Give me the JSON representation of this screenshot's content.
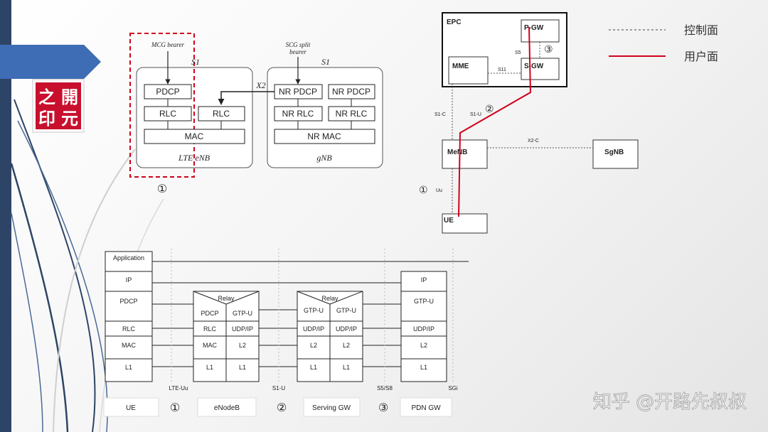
{
  "badge": {
    "chars": [
      "之",
      "開",
      "印",
      "元"
    ]
  },
  "colors": {
    "accent": "#d0021b",
    "frame": "#333333",
    "sidebar": "#2e4466",
    "arrow": "#3e6db5"
  },
  "top_left": {
    "mcg_bearer": "MCG bearer",
    "scg_split_bearer": [
      "SCG split",
      "bearer"
    ],
    "s1": "S1",
    "x2": "X2",
    "lte": {
      "pdcp": "PDCP",
      "rlc": "RLC",
      "rlc2": "RLC",
      "mac": "MAC",
      "label": "LTE eNB"
    },
    "gnb": {
      "nr_pdcp_1": "NR PDCP",
      "nr_pdcp_2": "NR PDCP",
      "nr_rlc_1": "NR RLC",
      "nr_rlc_2": "NR RLC",
      "nr_mac": "NR MAC",
      "label": "gNB"
    },
    "marker": "①"
  },
  "top_right": {
    "epc": "EPC",
    "pgw": "P-GW",
    "sgw": "S-GW",
    "mme": "MME",
    "s5": "S5",
    "s11": "S11",
    "s1c": "S1-C",
    "s1u": "S1-U",
    "x2c": "X2-C",
    "uu": "Uu",
    "menb": "MeNB",
    "sgnb": "SgNB",
    "ue": "UE",
    "m1": "①",
    "m2": "②",
    "m3": "③"
  },
  "legend": {
    "control": "控制面",
    "user": "用户面"
  },
  "stack": {
    "ue": [
      "Application",
      "IP",
      "PDCP",
      "RLC",
      "MAC",
      "L1"
    ],
    "enb_relay": "Relay",
    "enb_left": [
      "PDCP",
      "RLC",
      "MAC",
      "L1"
    ],
    "enb_right": [
      "GTP-U",
      "UDP/IP",
      "L2",
      "L1"
    ],
    "sgw_relay": "Relay",
    "sgw_left": [
      "GTP-U",
      "UDP/IP",
      "L2",
      "L1"
    ],
    "sgw_right": [
      "GTP-U",
      "UDP/IP",
      "L2",
      "L1"
    ],
    "pgw": [
      "IP",
      "GTP-U",
      "UDP/IP",
      "L2",
      "L1"
    ],
    "interfaces": [
      "LTE-Uu",
      "S1-U",
      "S5/S8",
      "SGi"
    ],
    "nodes": [
      "UE",
      "eNodeB",
      "Serving GW",
      "PDN GW"
    ],
    "markers": [
      "①",
      "②",
      "③"
    ]
  },
  "watermark": "知乎 @开路先叔叔"
}
